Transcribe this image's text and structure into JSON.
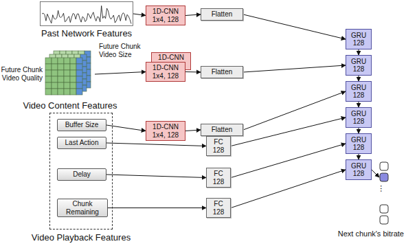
{
  "diagram": {
    "nodes": [
      {
        "text": [
          "Past Network Features"
        ]
      },
      {
        "text": [
          "1D-CNN",
          "1x4, 128"
        ]
      },
      {
        "text": [
          "Flatten"
        ]
      },
      {
        "text": [
          "Video Content Features"
        ]
      },
      {
        "text": [
          "1D-CNN"
        ]
      },
      {
        "text": [
          "1D-CNN",
          "1x4, 128"
        ]
      },
      {
        "text": [
          "Flatten"
        ]
      },
      {
        "text": [
          "Video Playback Features"
        ]
      },
      {
        "text": [
          "Buffer Size"
        ],
        "in": 7
      },
      {
        "text": [
          "Last Action"
        ],
        "in": 7
      },
      {
        "text": [
          "Delay"
        ],
        "in": 7
      },
      {
        "text": [
          "Chunk Remaining"
        ],
        "in": 7
      },
      {
        "text": [
          "1D-CNN",
          "1x4, 128"
        ]
      },
      {
        "text": [
          "Flatten"
        ]
      },
      {
        "text": [
          "FC",
          "128"
        ]
      },
      {
        "text": [
          "FC",
          "128"
        ]
      },
      {
        "text": [
          "FC",
          "128"
        ]
      },
      {
        "text": [
          "GRU",
          "128"
        ]
      },
      {
        "text": [
          "GRU",
          "128"
        ]
      },
      {
        "text": [
          "GRU",
          "128"
        ]
      },
      {
        "text": [
          "GRU",
          "128"
        ]
      },
      {
        "text": [
          "GRU",
          "128"
        ]
      },
      {
        "text": [
          "GRU",
          "128"
        ]
      },
      {
        "text": [
          "Next chunk's bitrate"
        ]
      }
    ],
    "edges": [
      {
        "from": 0,
        "to": 1,
        "arrow": "to"
      },
      {
        "from": 1,
        "to": 2,
        "arrow": "to"
      },
      {
        "from": 2,
        "to": 17,
        "arrow": "to"
      },
      {
        "from": 3,
        "to": 5,
        "arrow": "to"
      },
      {
        "from": 5,
        "to": 6,
        "arrow": "to"
      },
      {
        "from": 6,
        "to": 18,
        "arrow": "to"
      },
      {
        "from": 8,
        "to": 12,
        "arrow": "to"
      },
      {
        "from": 12,
        "to": 13,
        "arrow": "to"
      },
      {
        "from": 13,
        "to": 19,
        "arrow": "to"
      },
      {
        "from": 9,
        "to": 14,
        "arrow": "to"
      },
      {
        "from": 14,
        "to": 20,
        "arrow": "to"
      },
      {
        "from": 10,
        "to": 15,
        "arrow": "to"
      },
      {
        "from": 15,
        "to": 21,
        "arrow": "to"
      },
      {
        "from": 11,
        "to": 16,
        "arrow": "to"
      },
      {
        "from": 16,
        "to": 22,
        "arrow": "to"
      },
      {
        "from": 17,
        "to": 18,
        "arrow": "to"
      },
      {
        "from": 18,
        "to": 19,
        "arrow": "to"
      },
      {
        "from": 19,
        "to": 20,
        "arrow": "to"
      },
      {
        "from": 20,
        "to": 21,
        "arrow": "to"
      },
      {
        "from": 21,
        "to": 22,
        "arrow": "to"
      },
      {
        "from": 22,
        "to": 23,
        "arrow": "to"
      }
    ],
    "labels": [
      "Future Chunk Video Size",
      "Future Chunk Video Quality",
      "..."
    ]
  }
}
